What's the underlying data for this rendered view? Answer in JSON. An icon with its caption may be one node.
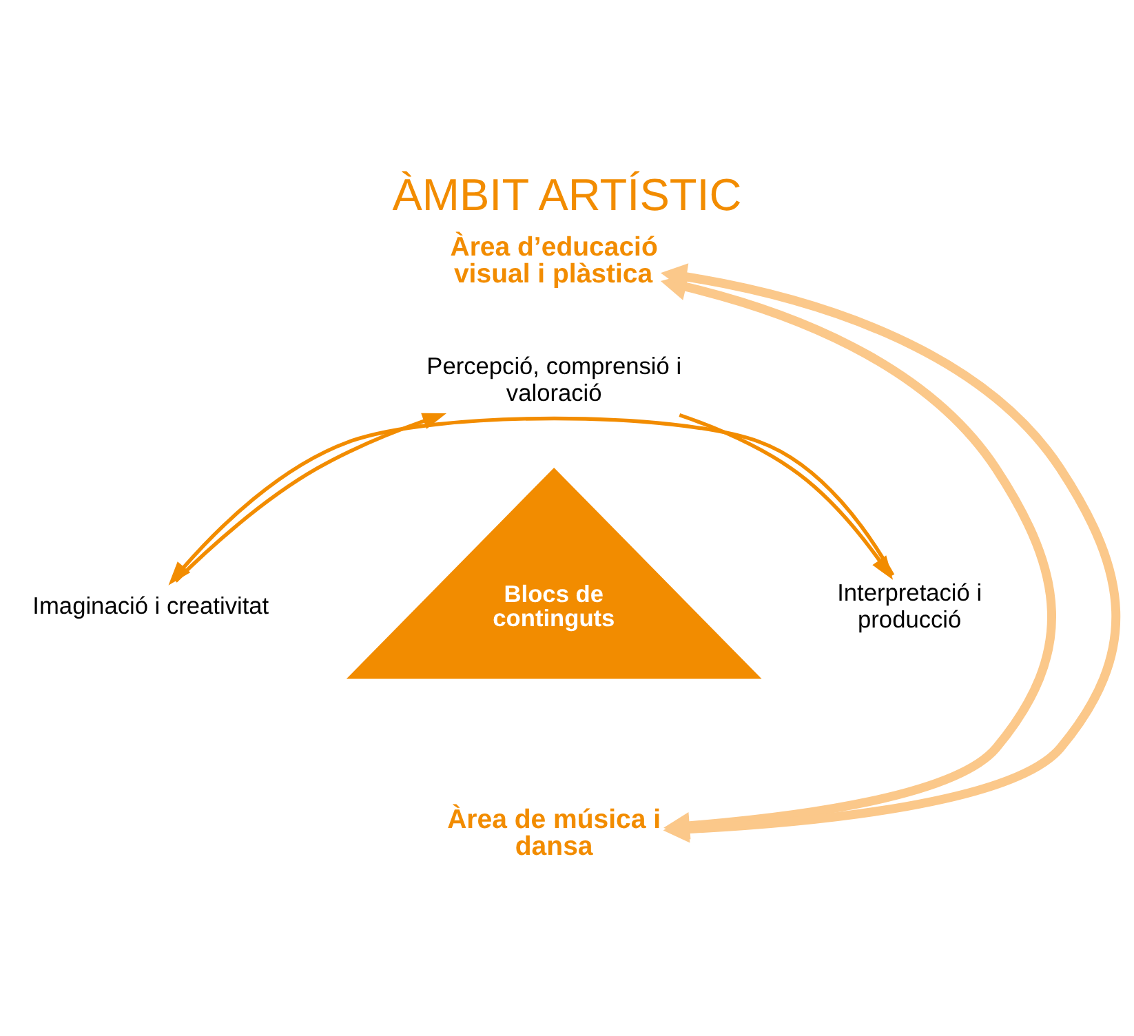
{
  "diagram": {
    "title": "ÀMBIT ARTÍSTIC",
    "nodes": [
      {
        "text": [
          "Àrea d’educació visual i plàstica"
        ]
      },
      {
        "text": [
          "Percepció, comprensió i valoració"
        ]
      },
      {
        "text": [
          "Blocs de continguts"
        ]
      },
      {
        "text": [
          "Interpretació i producció"
        ]
      },
      {
        "text": [
          "Imaginació i creativitat"
        ]
      },
      {
        "text": [
          "Àrea de música i dansa"
        ]
      }
    ],
    "edges": [
      {
        "from": 0,
        "to": 5,
        "arrow": "both",
        "style": "thick",
        "color": "#fbc88a"
      },
      {
        "from": 0,
        "to": 5,
        "arrow": "both",
        "style": "thick",
        "color": "#fbc88a"
      },
      {
        "from": 4,
        "to": 1,
        "arrow": "to"
      },
      {
        "from": 1,
        "to": 3,
        "arrow": "to"
      },
      {
        "from": 3,
        "to": 4,
        "arrow": "to"
      }
    ]
  }
}
